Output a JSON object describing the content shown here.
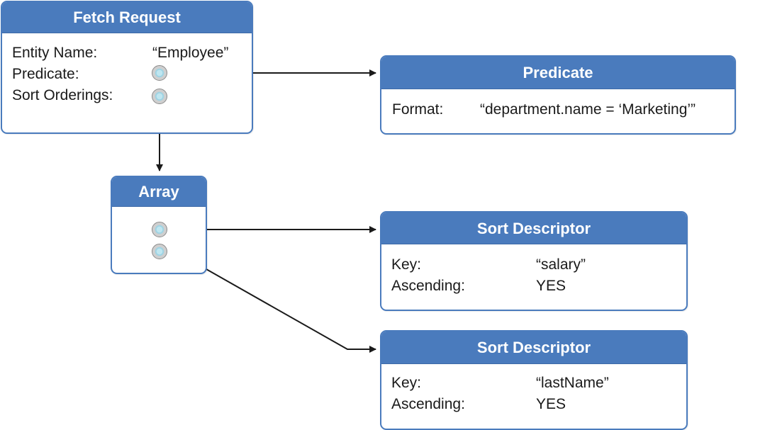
{
  "fetch_request": {
    "title": "Fetch Request",
    "rows": [
      {
        "label": "Entity Name:",
        "value": "“Employee”"
      },
      {
        "label": "Predicate:"
      },
      {
        "label": "Sort Orderings:"
      }
    ]
  },
  "predicate": {
    "title": "Predicate",
    "format_label": "Format:",
    "format_value": "“department.name = ‘Marketing’”"
  },
  "array": {
    "title": "Array"
  },
  "sort_descriptors": [
    {
      "title": "Sort Descriptor",
      "key_label": "Key:",
      "key_value": "“salary”",
      "ascending_label": "Ascending:",
      "ascending_value": "YES"
    },
    {
      "title": "Sort Descriptor",
      "key_label": "Key:",
      "key_value": "“lastName”",
      "ascending_label": "Ascending:",
      "ascending_value": "YES"
    }
  ],
  "colors": {
    "box_border": "#4a7bbd",
    "title_bar": "#4a7bbd",
    "connector_fill": "#bfe6f0",
    "arrow": "#1a1a1a"
  }
}
